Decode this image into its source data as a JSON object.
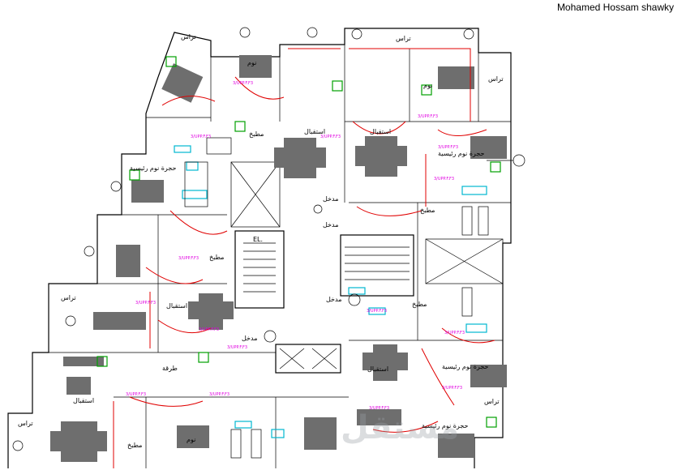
{
  "header": {
    "author": "Mohamed Hossam shawky"
  },
  "watermark": "مستقل",
  "labels": {
    "terrace": "تراس",
    "bedroom": "نوم",
    "kitchen": "مطبخ",
    "reception": "استقبال",
    "master_bedroom": "حجرة نوم رئيسية",
    "corridor": "طرقة",
    "entrance": "مدخل",
    "lift": "EL.",
    "circuit_code": "3/UPP.F.F3"
  }
}
